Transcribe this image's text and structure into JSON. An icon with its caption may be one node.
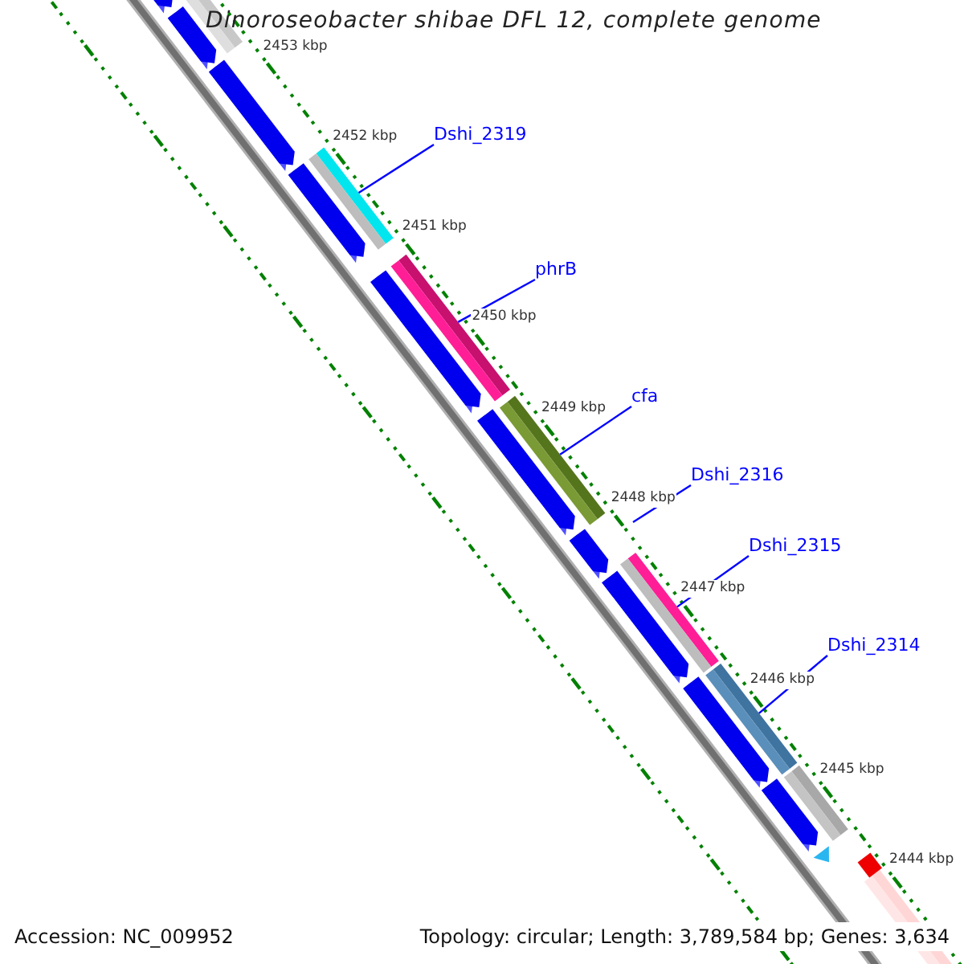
{
  "diagram": {
    "title": "Dinoroseobacter shibae DFL 12, complete genome",
    "nodes": [
      {
        "text": [
          "Dshi_2319"
        ]
      },
      {
        "text": [
          "phrB"
        ]
      },
      {
        "text": [
          "cfa"
        ]
      },
      {
        "text": [
          "Dshi_2316"
        ]
      },
      {
        "text": [
          "Dshi_2315"
        ]
      },
      {
        "text": [
          "Dshi_2314"
        ]
      },
      {
        "text": [],
        "shape": "bar"
      },
      {
        "text": [],
        "shape": "bar"
      },
      {
        "text": [],
        "shape": "bar"
      },
      {
        "text": [],
        "shape": "bar"
      },
      {
        "text": [],
        "shape": "bar"
      }
    ],
    "edges": [
      {
        "from": 0,
        "to": 6,
        "arrow": "none"
      },
      {
        "from": 1,
        "to": 7,
        "arrow": "none"
      },
      {
        "from": 2,
        "to": 8,
        "arrow": "none"
      },
      {
        "from": 3,
        "to": null,
        "arrow": "none"
      },
      {
        "from": 4,
        "to": 9,
        "arrow": "none"
      },
      {
        "from": 5,
        "to": 10,
        "arrow": "none"
      }
    ],
    "labels": [
      "2453 kbp",
      "2452 kbp",
      "2451 kbp",
      "2450 kbp",
      "2449 kbp",
      "2448 kbp",
      "2447 kbp",
      "2446 kbp",
      "2445 kbp",
      "2444 kbp",
      "Accession: NC_009952",
      "Topology: circular; Length: 3,789,584 bp; Genes: 3,634"
    ]
  }
}
